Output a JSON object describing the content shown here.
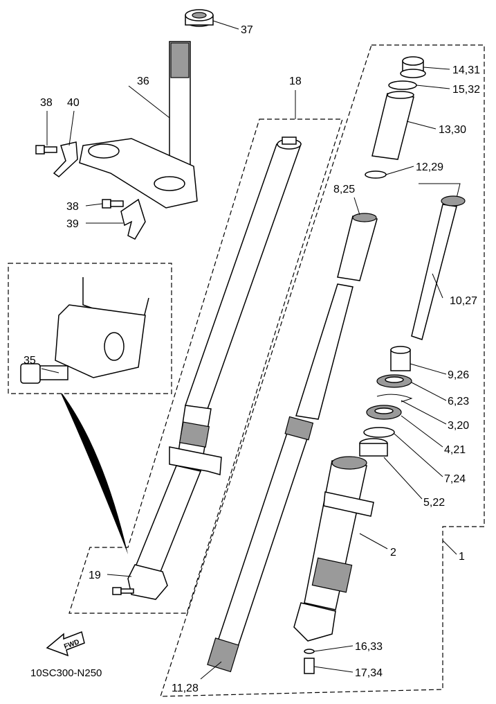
{
  "diagram": {
    "code": "10SC300-N250",
    "fwd_label": "FWD",
    "callouts": {
      "c37": "37",
      "c36": "36",
      "c38a": "38",
      "c40": "40",
      "c18": "18",
      "c14_31": "14,31",
      "c15_32": "15,32",
      "c13_30": "13,30",
      "c12_29": "12,29",
      "c8_25": "8,25",
      "c38b": "38",
      "c39": "39",
      "c10_27": "10,27",
      "c35": "35",
      "c9_26": "9,26",
      "c6_23": "6,23",
      "c3_20": "3,20",
      "c4_21": "4,21",
      "c7_24": "7,24",
      "c5_22": "5,22",
      "c2": "2",
      "c1": "1",
      "c19": "19",
      "c16_33": "16,33",
      "c17_34": "17,34",
      "c11_28": "11,28"
    },
    "colors": {
      "line": "#000000",
      "background": "#ffffff"
    }
  }
}
